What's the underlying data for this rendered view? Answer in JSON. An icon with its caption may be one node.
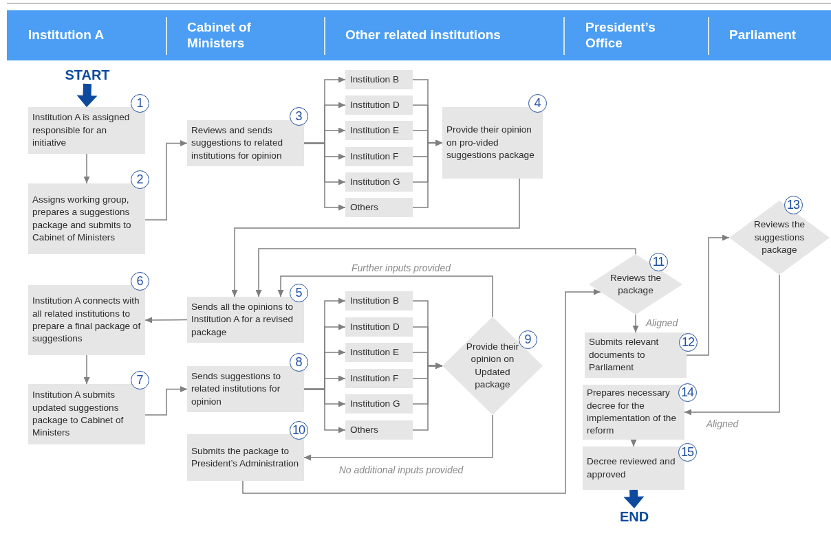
{
  "diagram": {
    "nodes": [
      {
        "text": [
          "START"
        ]
      },
      {
        "text": [
          "Institution A is assigned responsible for an initiative"
        ],
        "beside": [
          "1"
        ]
      },
      {
        "text": [
          "Assigns working group, prepares a suggestions package and submits to Cabinet of Ministers"
        ],
        "beside": [
          "2"
        ]
      },
      {
        "text": [
          "Reviews and sends suggestions to related institutions for opinion"
        ],
        "beside": [
          "3"
        ]
      },
      {
        "text": [
          "Institution B"
        ]
      },
      {
        "text": [
          "Institution D"
        ]
      },
      {
        "text": [
          "Institution E"
        ]
      },
      {
        "text": [
          "Institution F"
        ]
      },
      {
        "text": [
          "Institution G"
        ]
      },
      {
        "text": [
          "Others"
        ]
      },
      {
        "text": [
          "Provide their opinion on pro-vided suggestions package"
        ],
        "beside": [
          "4"
        ]
      },
      {
        "text": [
          "Institution A connects with all related institutions to prepare a final package of suggestions"
        ],
        "beside": [
          "6"
        ]
      },
      {
        "text": [
          "Sends all the opinions to Institution A for a revised package"
        ],
        "beside": [
          "5"
        ]
      },
      {
        "text": [
          "Institution A submits updated suggestions package to Cabinet of Ministers"
        ],
        "beside": [
          "7"
        ]
      },
      {
        "text": [
          "Sends suggestions to related institutions for opinion"
        ],
        "beside": [
          "8"
        ]
      },
      {
        "text": [
          "Institution B"
        ]
      },
      {
        "text": [
          "Institution D"
        ]
      },
      {
        "text": [
          "Institution E"
        ]
      },
      {
        "text": [
          "Institution F"
        ]
      },
      {
        "text": [
          "Institution G"
        ]
      },
      {
        "text": [
          "Others"
        ]
      },
      {
        "text": [
          "Provide their opinion on Updated package"
        ],
        "beside": [
          "9"
        ]
      },
      {
        "text": [
          "Submits the package to President’s Administration"
        ],
        "beside": [
          "10"
        ]
      },
      {
        "text": [
          "Reviews the package"
        ],
        "beside": [
          "11"
        ]
      },
      {
        "text": [
          "Submits relevant documents to Parliament"
        ],
        "beside": [
          "12"
        ]
      },
      {
        "text": [
          "Reviews the suggestions package"
        ],
        "beside": [
          "13"
        ]
      },
      {
        "text": [
          "Prepares necessary decree for the implementation of the reform"
        ],
        "beside": [
          "14"
        ]
      },
      {
        "text": [
          "Decree reviewed and approved"
        ],
        "beside": [
          "15"
        ]
      },
      {
        "text": [
          "END"
        ]
      }
    ],
    "edges": [
      {
        "from": 0,
        "to": 1,
        "arrow": "to",
        "style": "thick",
        "color": "#0d4a9e"
      },
      {
        "from": 1,
        "to": 2,
        "arrow": "to"
      },
      {
        "from": 2,
        "to": 3,
        "arrow": "to"
      },
      {
        "from": 3,
        "to": 4,
        "arrow": "to"
      },
      {
        "from": 3,
        "to": 5,
        "arrow": "to"
      },
      {
        "from": 3,
        "to": 6,
        "arrow": "to"
      },
      {
        "from": 3,
        "to": 7,
        "arrow": "to"
      },
      {
        "from": 3,
        "to": 8,
        "arrow": "to"
      },
      {
        "from": 3,
        "to": 9,
        "arrow": "to"
      },
      {
        "from": 4,
        "to": 10,
        "arrow": "to"
      },
      {
        "from": 5,
        "to": 10,
        "arrow": "to"
      },
      {
        "from": 6,
        "to": 10,
        "arrow": "to"
      },
      {
        "from": 7,
        "to": 10,
        "arrow": "to"
      },
      {
        "from": 8,
        "to": 10,
        "arrow": "to"
      },
      {
        "from": 9,
        "to": 10,
        "arrow": "to"
      },
      {
        "from": 10,
        "to": 12,
        "arrow": "to"
      },
      {
        "from": 12,
        "to": 11,
        "arrow": "to"
      },
      {
        "from": 11,
        "to": 13,
        "arrow": "to"
      },
      {
        "from": 13,
        "to": 14,
        "arrow": "to"
      },
      {
        "from": 14,
        "to": 15,
        "arrow": "to"
      },
      {
        "from": 14,
        "to": 16,
        "arrow": "to"
      },
      {
        "from": 14,
        "to": 17,
        "arrow": "to"
      },
      {
        "from": 14,
        "to": 18,
        "arrow": "to"
      },
      {
        "from": 14,
        "to": 19,
        "arrow": "to"
      },
      {
        "from": 14,
        "to": 20,
        "arrow": "to"
      },
      {
        "from": 15,
        "to": 21,
        "arrow": "to"
      },
      {
        "from": 16,
        "to": 21,
        "arrow": "to"
      },
      {
        "from": 17,
        "to": 21,
        "arrow": "to"
      },
      {
        "from": 18,
        "to": 21,
        "arrow": "to"
      },
      {
        "from": 19,
        "to": 21,
        "arrow": "to"
      },
      {
        "from": 20,
        "to": 21,
        "arrow": "to"
      },
      {
        "from": 21,
        "to": 12,
        "arrow": "to",
        "label": "Further inputs provided"
      },
      {
        "from": 21,
        "to": 22,
        "arrow": "to",
        "label": "No additional inputs provided"
      },
      {
        "from": 22,
        "to": 23,
        "arrow": "to"
      },
      {
        "from": 23,
        "to": 12,
        "arrow": "to"
      },
      {
        "from": 23,
        "to": 24,
        "arrow": "to",
        "label": "Aligned"
      },
      {
        "from": 24,
        "to": 25,
        "arrow": "to"
      },
      {
        "from": 25,
        "to": 26,
        "arrow": "to",
        "label": "Aligned"
      },
      {
        "from": 26,
        "to": 27,
        "arrow": "to"
      },
      {
        "from": 27,
        "to": 28,
        "arrow": "to",
        "style": "thick",
        "color": "#0d4a9e"
      }
    ],
    "labels": [
      "Institution A",
      "Cabinet of Ministers",
      "Other related institutions",
      "President’s Office",
      "Parliament"
    ]
  }
}
